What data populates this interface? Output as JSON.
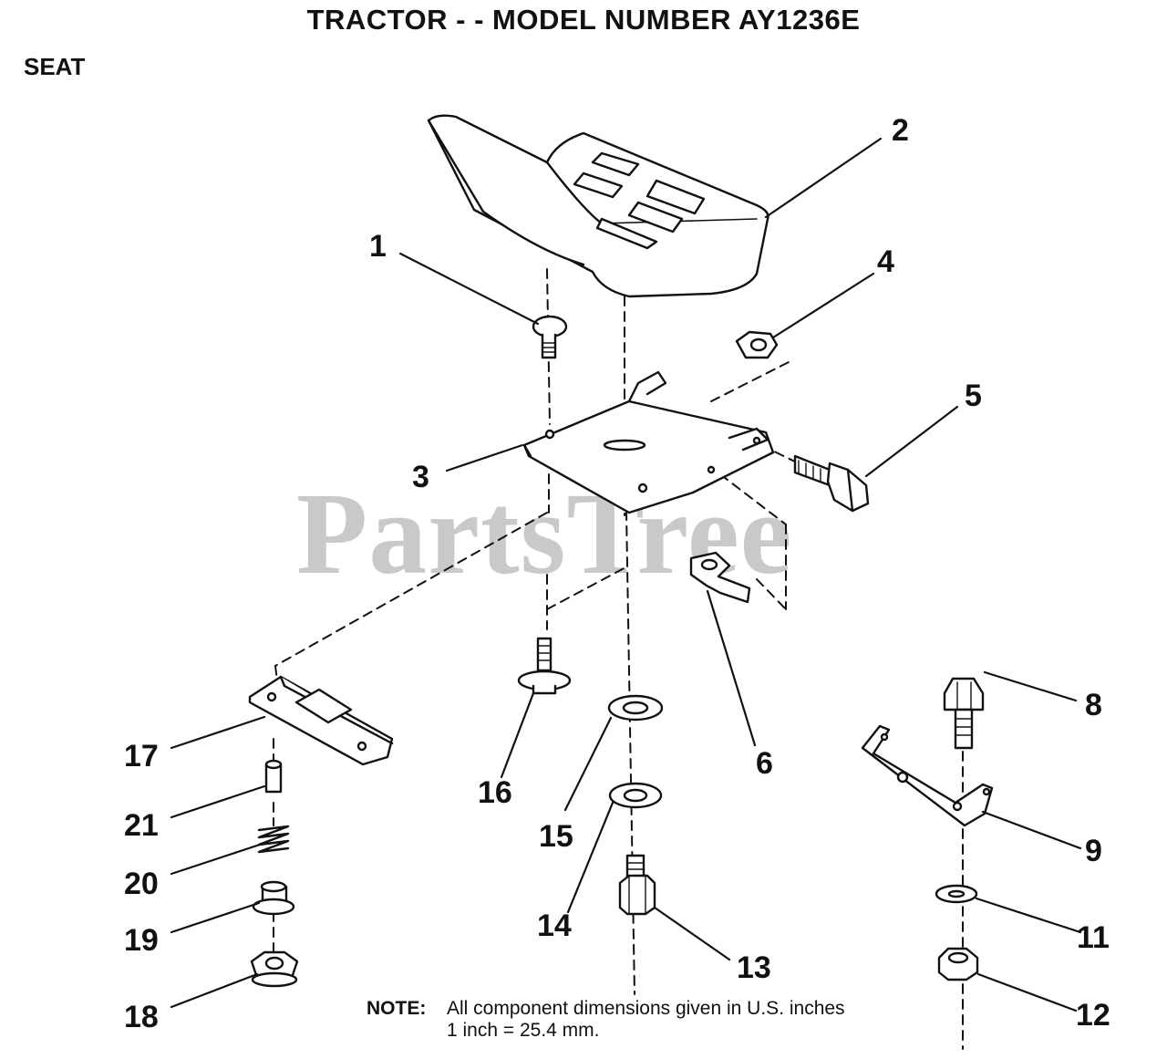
{
  "header": {
    "title": "TRACTOR - - MODEL NUMBER AY1236E",
    "section": "SEAT"
  },
  "watermark": "PartsTree",
  "callouts": {
    "c1": "1",
    "c2": "2",
    "c3": "3",
    "c4": "4",
    "c5": "5",
    "c6": "6",
    "c8": "8",
    "c9": "9",
    "c11": "11",
    "c12": "12",
    "c13": "13",
    "c14": "14",
    "c15": "15",
    "c16": "16",
    "c17": "17",
    "c18": "18",
    "c19": "19",
    "c20": "20",
    "c21": "21"
  },
  "note": {
    "label": "NOTE:",
    "line1": "All component dimensions given in U.S. inches",
    "line2": "1 inch = 25.4 mm."
  }
}
